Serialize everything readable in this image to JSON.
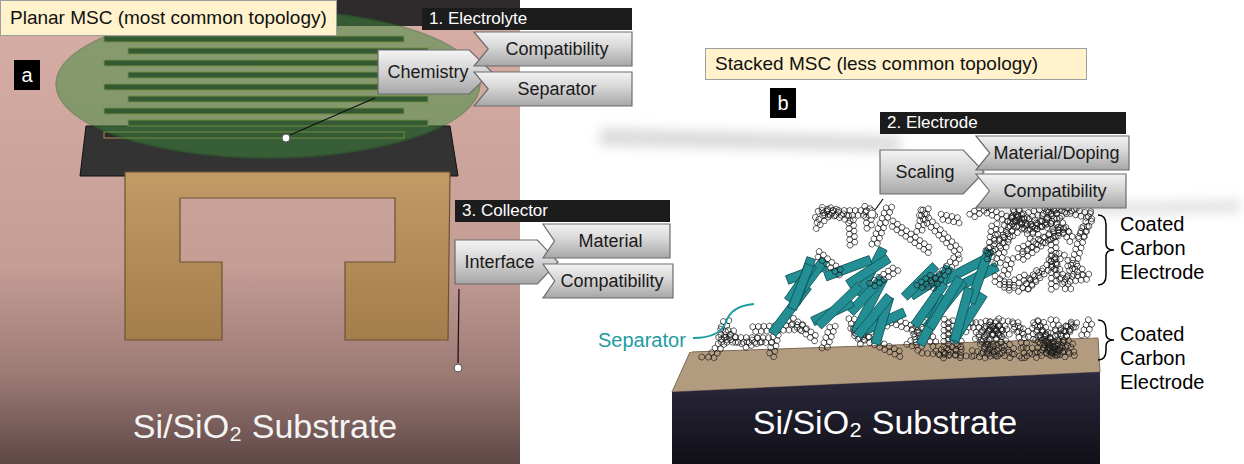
{
  "diagram": {
    "nodes": [
      {
        "text": [
          "Planar MSC (most common topology)"
        ]
      },
      {
        "text": [
          "a"
        ]
      },
      {
        "text": [
          "1. Electrolyte"
        ]
      },
      {
        "text": [
          "Chemistry"
        ],
        "in": 2
      },
      {
        "text": [
          "Compatibility"
        ],
        "in": 2
      },
      {
        "text": [
          "Separator"
        ],
        "in": 2
      },
      {
        "text": [
          "Stacked MSC (less common topology)"
        ]
      },
      {
        "text": [
          "b"
        ]
      },
      {
        "text": [
          "2. Electrode"
        ]
      },
      {
        "text": [
          "Scaling"
        ],
        "in": 8
      },
      {
        "text": [
          "Material/Doping"
        ],
        "in": 8
      },
      {
        "text": [
          "Compatibility"
        ],
        "in": 8
      },
      {
        "text": [
          "3. Collector"
        ]
      },
      {
        "text": [
          "Interface"
        ],
        "in": 12
      },
      {
        "text": [
          "Material"
        ],
        "in": 12
      },
      {
        "text": [
          "Compatibility"
        ],
        "in": 12
      }
    ],
    "labels": [
      "Coated Carbon Electrode",
      "Separator",
      "Coated Carbon Electrode",
      "Si/SiO₂ Substrate",
      "Si/SiO₂ Substrate"
    ]
  }
}
